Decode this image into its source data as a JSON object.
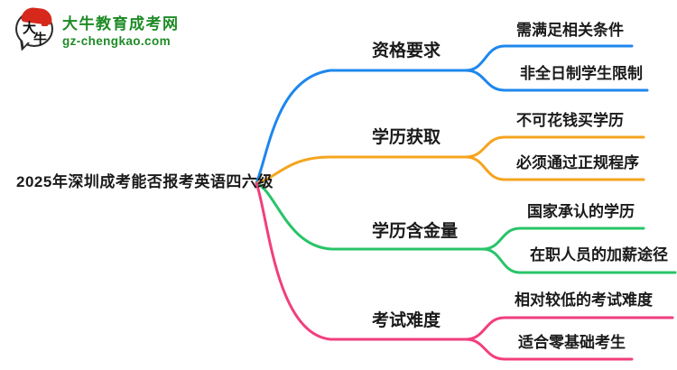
{
  "theme": {
    "text_color": "#1a1a1a",
    "background": "#ffffff"
  },
  "logo": {
    "icon_chars": [
      "大",
      "牛"
    ],
    "site_name": "大牛教育成考网",
    "site_url": "gz-chengkao.com",
    "brand_green": "#1e8b26",
    "brand_red": "#d7281c"
  },
  "root": {
    "label": "2025年深圳成考能否报考英语四六级"
  },
  "branches": [
    {
      "label": "资格要求",
      "color": "#1e87ec",
      "children": [
        {
          "label": "需满足相关条件"
        },
        {
          "label": "非全日制学生限制"
        }
      ]
    },
    {
      "label": "学历获取",
      "color": "#f5a41f",
      "children": [
        {
          "label": "不可花钱买学历"
        },
        {
          "label": "必须通过正规程序"
        }
      ]
    },
    {
      "label": "学历含金量",
      "color": "#28c469",
      "children": [
        {
          "label": "国家承认的学历"
        },
        {
          "label": "在职人员的加薪途径"
        }
      ]
    },
    {
      "label": "考试难度",
      "color": "#f23e7e",
      "children": [
        {
          "label": "相对较低的考试难度"
        },
        {
          "label": "适合零基础考生"
        }
      ]
    }
  ]
}
